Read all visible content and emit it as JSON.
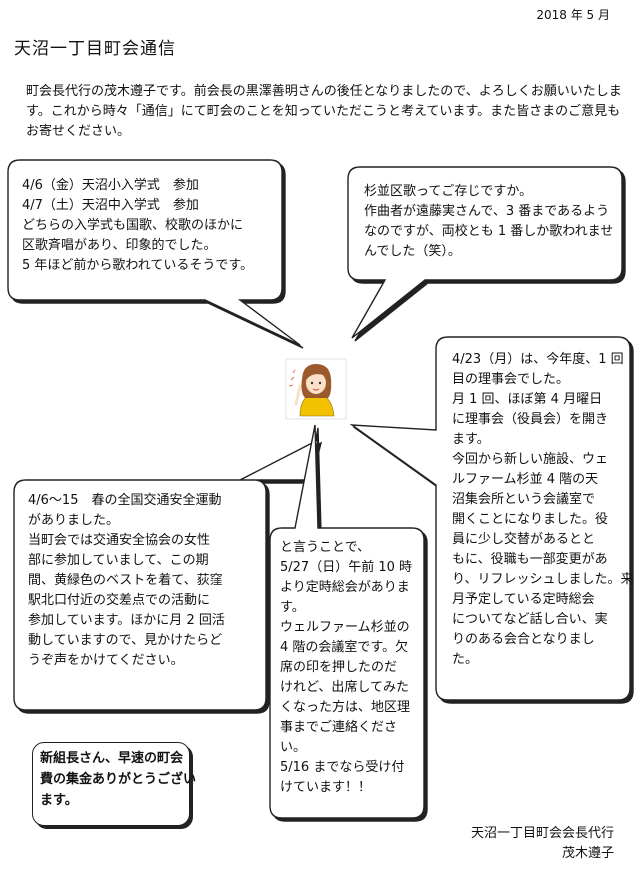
{
  "header": {
    "date": "2018 年 5 月",
    "title": "天沼一丁目町会通信"
  },
  "intro": "町会長代行の茂木遵子です。前会長の黒澤善明さんの後任となりましたので、よろしくお願いいたします。これから時々「通信」にて町会のことを知っていただこうと考えています。また皆さまのご意見もお寄せください。",
  "bubbles": {
    "ceremony": {
      "lines": [
        "4/6（金）天沼小入学式　参加",
        "4/7（土）天沼中入学式　参加",
        "どちらの入学式も国歌、校歌のほかに",
        "区歌斉唱があり、印象的でした。",
        "5 年ほど前から歌われているそうです。"
      ]
    },
    "song": {
      "lines": [
        "杉並区歌ってご存じですか。",
        "作曲者が遠藤実さんで、3 番まであるよう",
        "なのですが、両校とも 1 番しか歌われませ",
        "んでした（笑）。"
      ]
    },
    "traffic": {
      "lines": [
        "4/6～15　春の全国交通安全運動",
        "がありました。",
        "当町会では交通安全協会の女性",
        "部に参加していまして、この期",
        "間、黄緑色のベストを着て、荻窪",
        "駅北口付近の交差点での活動に",
        "参加しています。ほかに月 2 回活",
        "動していますので、見かけたらど",
        "うぞ声をかけてください。"
      ]
    },
    "general_meeting": {
      "lines": [
        "と言うことで、",
        "5/27（日）午前 10 時",
        "より定時総会がありま",
        "す。",
        "ウェルファーム杉並の",
        "4 階の会議室です。欠",
        "席の印を押したのだ",
        "けれど、出席してみた",
        "くなった方は、地区理",
        "事までご連絡くださ",
        "い。",
        "5/16 までなら受け付",
        "けています！！"
      ]
    },
    "board": {
      "lines": [
        "4/23（月）は、今年度、1 回",
        "目の理事会でした。",
        "月 1 回、ほぼ第 4 月曜日",
        "に理事会（役員会）を開き",
        "ます。",
        "今回から新しい施設、ウェ",
        "ルファーム杉並 4 階の天",
        "沼集会所という会議室で",
        "開くことになりました。役",
        "員に少し交替があるとと",
        "もに、役職も一部変更があ",
        "り、リフレッシュしました。来",
        "月予定している定時総会",
        "についてなど話し合い、実",
        "りのある会合となりまし",
        "た。"
      ]
    }
  },
  "note": {
    "lines": [
      "新組長さん、早速の町会",
      "費の集金ありがとうござい",
      "ます。"
    ]
  },
  "signature": {
    "org": "天沼一丁目町会会長代行",
    "name": "茂木遵子"
  },
  "colors": {
    "hair": "#9a5a2a",
    "shirt": "#f2c200",
    "skin": "#fbe0c8"
  }
}
